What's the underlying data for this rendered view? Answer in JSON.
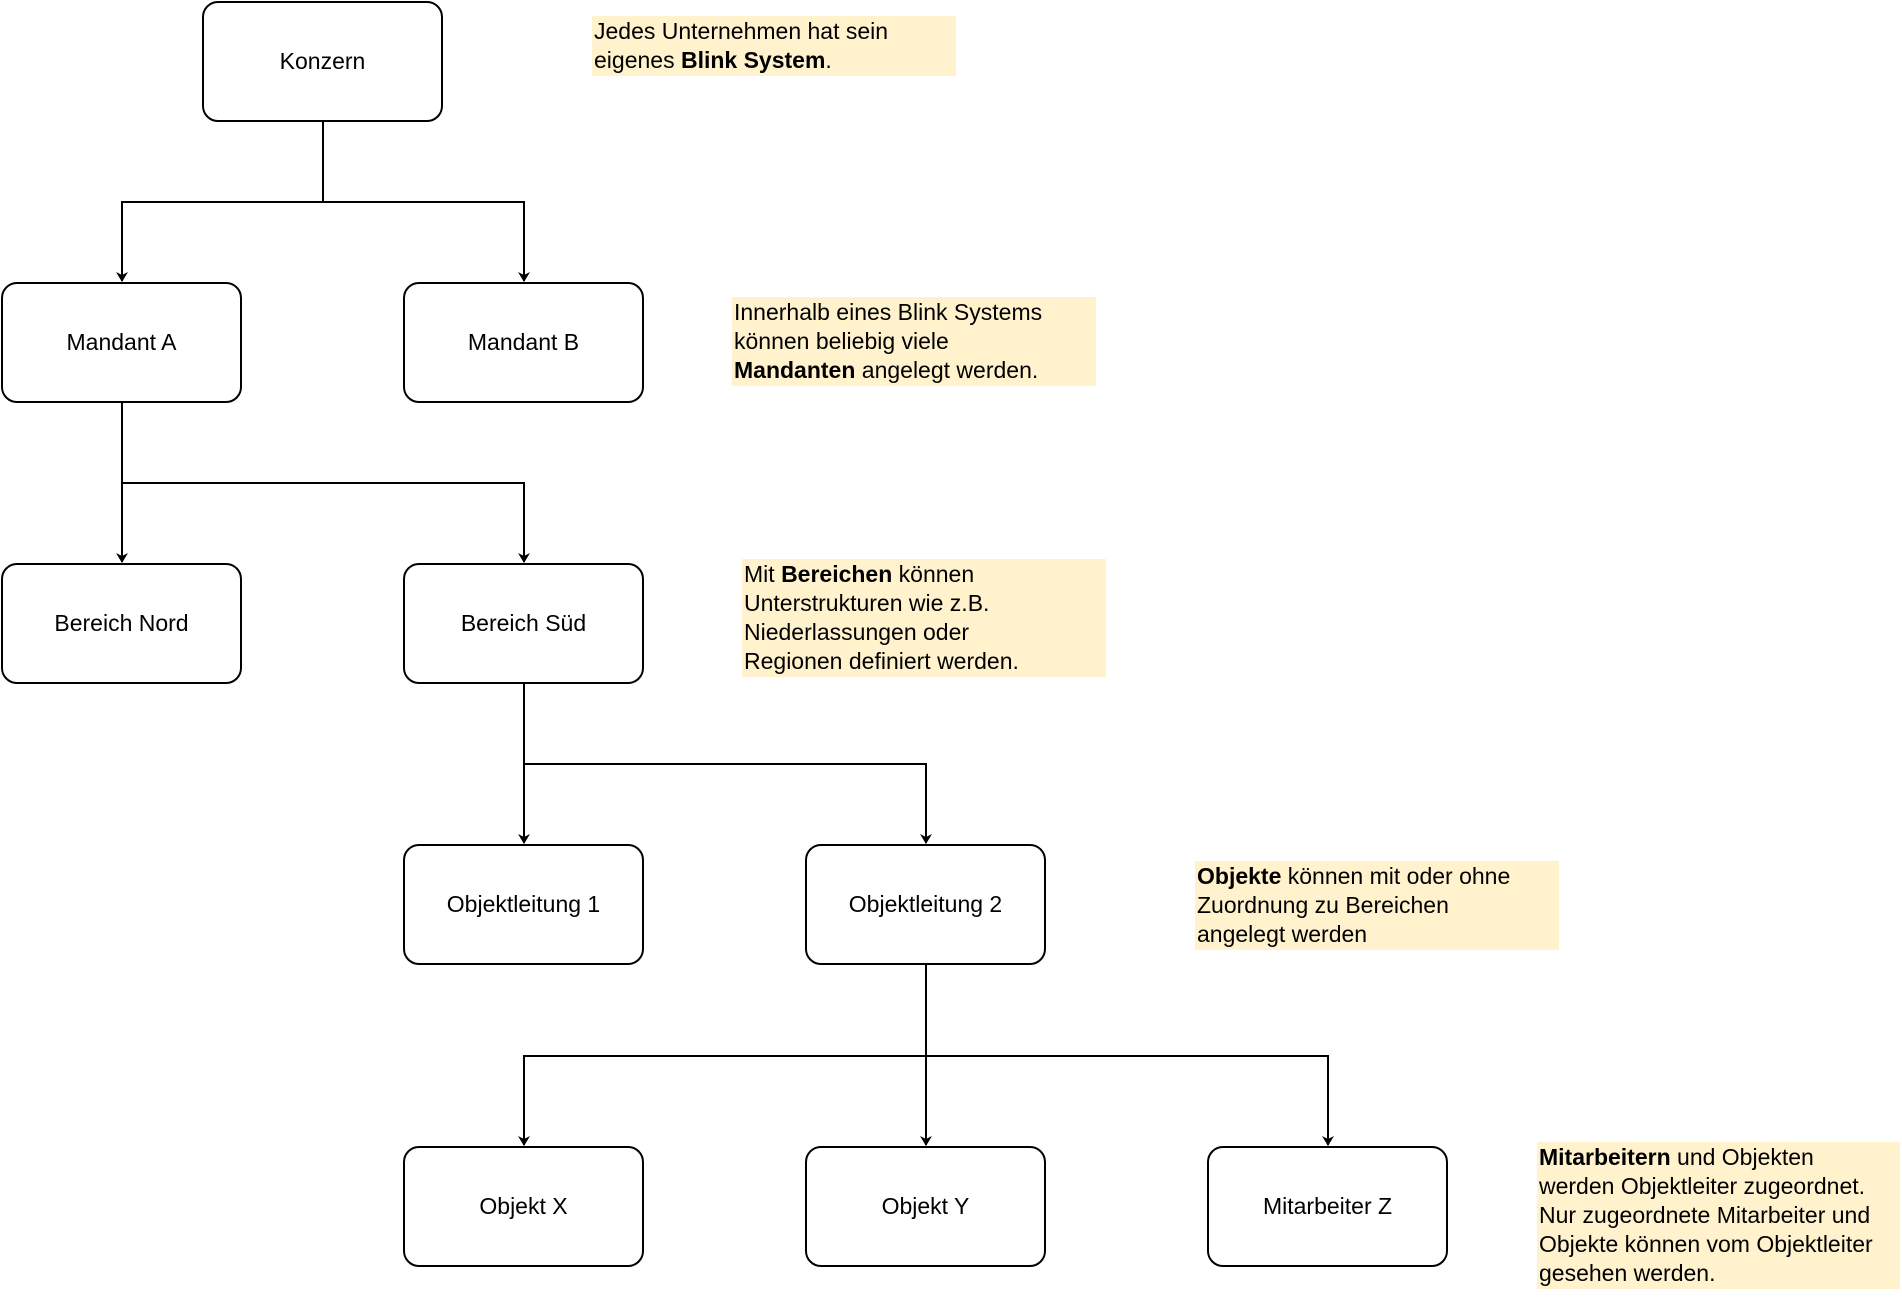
{
  "nodes": {
    "konzern": "Konzern",
    "mandant_a": "Mandant A",
    "mandant_b": "Mandant B",
    "bereich_nord": "Bereich Nord",
    "bereich_sued": "Bereich Süd",
    "objektleitung_1": "Objektleitung 1",
    "objektleitung_2": "Objektleitung 2",
    "objekt_x": "Objekt X",
    "objekt_y": "Objekt Y",
    "mitarbeiter_z": "Mitarbeiter Z"
  },
  "notes": {
    "system": {
      "line1": "Jedes Unternehmen hat sein",
      "line2_pre": "eigenes ",
      "line2_bold": "Blink System",
      "line2_post": "."
    },
    "mandanten": {
      "line1": "Innerhalb eines Blink Systems",
      "line2": "können beliebig viele",
      "line3_bold": "Mandanten",
      "line3_post": " angelegt werden."
    },
    "bereiche": {
      "line1_pre": "Mit ",
      "line1_bold": "Bereichen",
      "line1_post": " können",
      "line2": "Unterstrukturen wie z.B.",
      "line3": "Niederlassungen oder",
      "line4": "Regionen definiert werden."
    },
    "objekte": {
      "line1_bold": "Objekte",
      "line1_post": " können mit oder ohne",
      "line2": "Zuordnung zu Bereichen",
      "line3": "angelegt werden"
    },
    "mitarbeiter": {
      "line1_bold": "Mitarbeitern",
      "line1_post": " und Objekten",
      "line2": "werden Objektleiter zugeordnet.",
      "line3": "Nur zugeordnete Mitarbeiter und",
      "line4": "Objekte können vom Objektleiter",
      "line5": "gesehen werden."
    }
  }
}
